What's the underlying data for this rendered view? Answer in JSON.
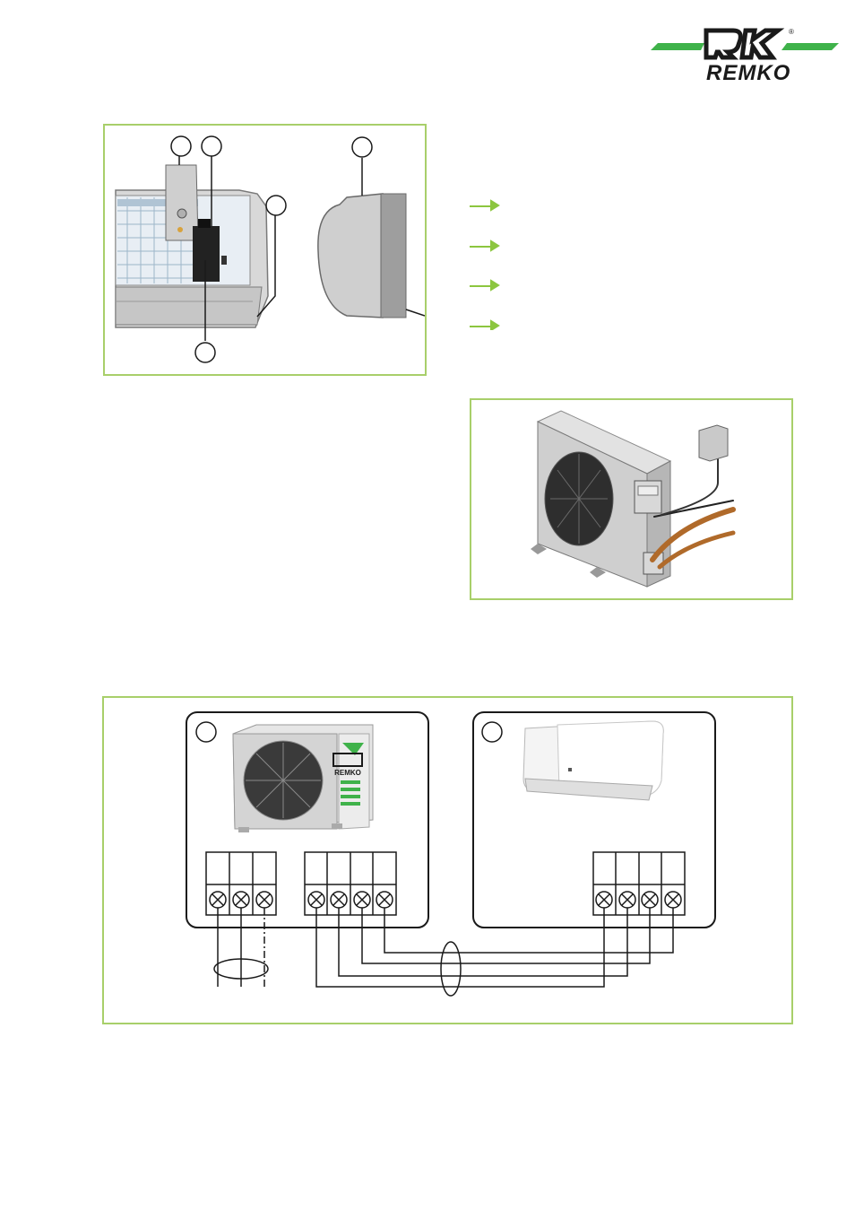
{
  "header": {
    "logo": {
      "text": "REMKO",
      "registered": "®",
      "colors": {
        "green": "#3fb24a",
        "black": "#1a1a1a"
      }
    }
  },
  "figure_top_left": {
    "callout_circles": 5,
    "description_icons": [
      "arrow-right-icon",
      "arrow-right-icon",
      "arrow-right-icon",
      "arrow-right-icon"
    ]
  },
  "figure_outdoor_unit": {},
  "wiring_diagram": {
    "outdoor_panel": {
      "icon": "outdoor-unit-image",
      "terminal_groups": [
        3,
        4
      ]
    },
    "indoor_panel": {
      "icon": "indoor-unit-image",
      "terminal_groups": [
        4
      ]
    }
  },
  "colors": {
    "frame": "#a8cf6a",
    "arrow": "#8cc63f",
    "wire": "#1a1a1a"
  }
}
